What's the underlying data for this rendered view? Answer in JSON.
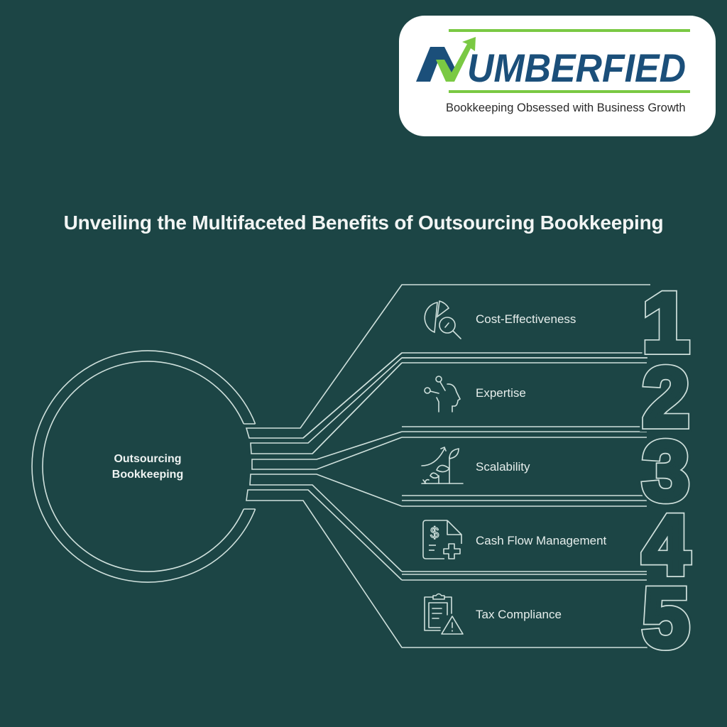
{
  "logo": {
    "brand_letter_mark": "N",
    "brand_text": "UMBERFIED",
    "tagline": "Bookkeeping Obsessed with Business Growth",
    "colors": {
      "blue": "#1b4f7a",
      "green": "#7ac943"
    }
  },
  "title": "Unveiling the Multifaceted Benefits of Outsourcing Bookkeeping",
  "center": {
    "line1": "Outsourcing",
    "line2": "Bookkeeping"
  },
  "items": [
    {
      "number": "1",
      "label": "Cost-Effectiveness",
      "icon": "pie-chart-magnifier-icon"
    },
    {
      "number": "2",
      "label": "Expertise",
      "icon": "head-profile-ideas-icon"
    },
    {
      "number": "3",
      "label": "Scalability",
      "icon": "plant-growth-arrow-icon"
    },
    {
      "number": "4",
      "label": "Cash Flow Management",
      "icon": "document-dollar-plus-icon"
    },
    {
      "number": "5",
      "label": "Tax Compliance",
      "icon": "clipboard-warning-icon"
    }
  ],
  "colors": {
    "background": "#1c4545",
    "line": "#cfe0dc",
    "text": "#e6eeec"
  }
}
